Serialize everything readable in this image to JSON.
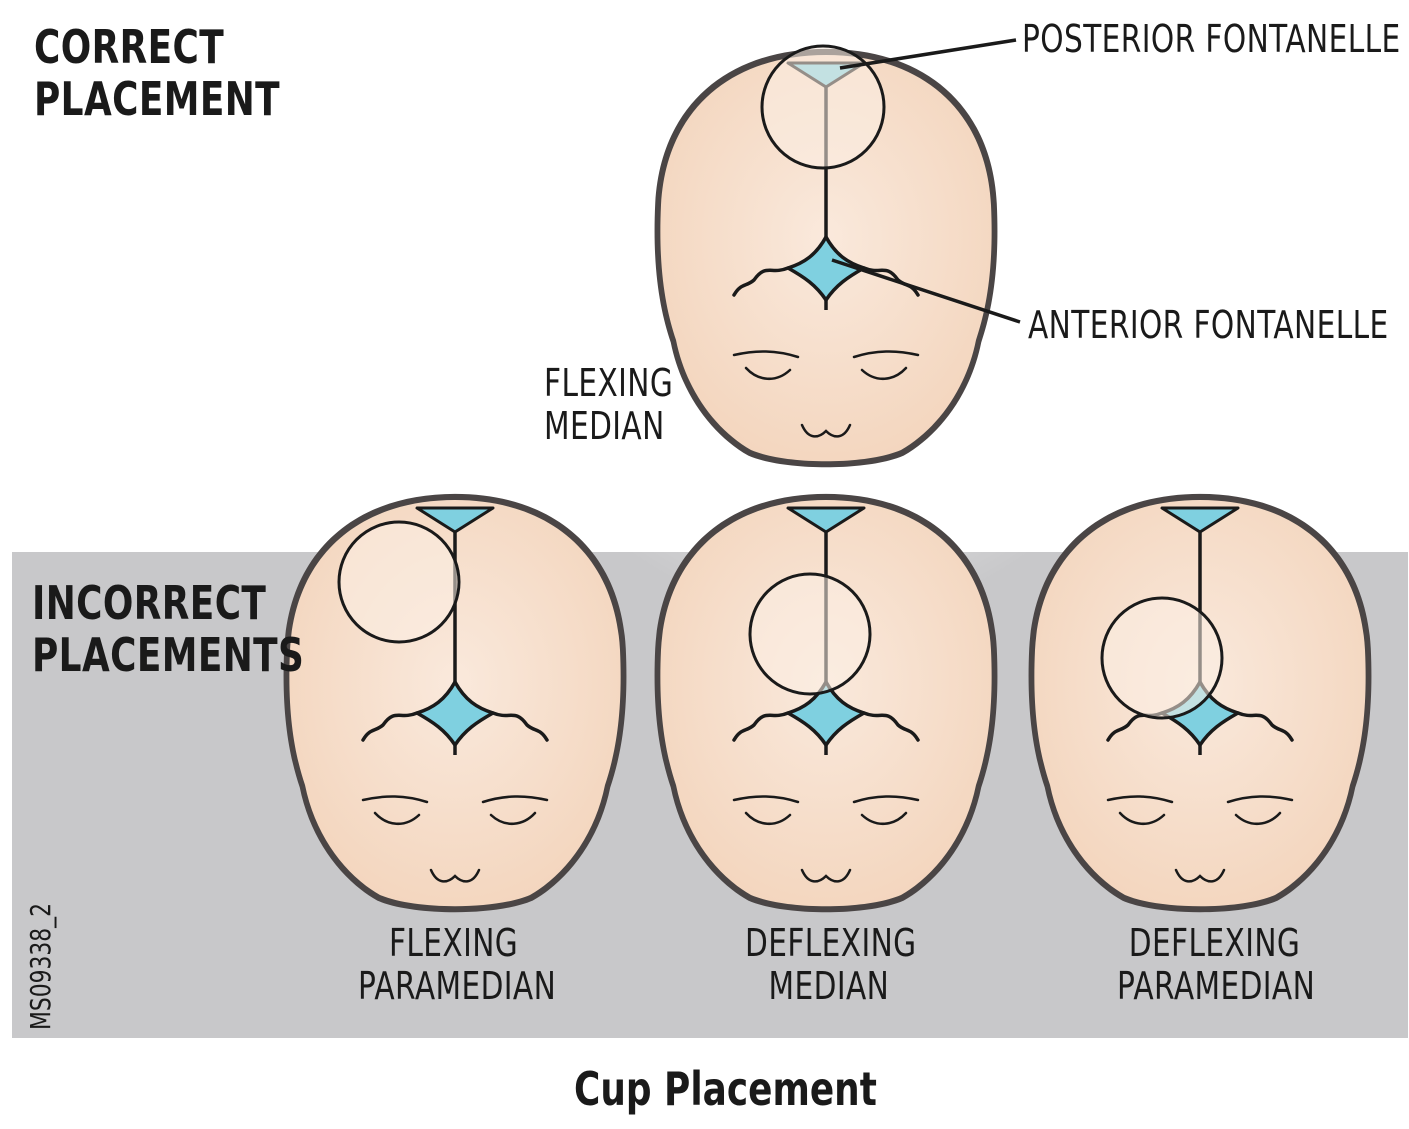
{
  "correct_heading": [
    "CORRECT",
    "PLACEMENT"
  ],
  "incorrect_heading": [
    "INCORRECT",
    "PLACEMENTS"
  ],
  "callouts": {
    "posterior": "POSTERIOR FONTANELLE",
    "anterior": "ANTERIOR FONTANELLE"
  },
  "heads": [
    {
      "id": "flexing-median",
      "label": [
        "FLEXING",
        "MEDIAN"
      ]
    },
    {
      "id": "flexing-paramedian",
      "label": [
        "FLEXING",
        "PARAMEDIAN"
      ]
    },
    {
      "id": "deflexing-median",
      "label": [
        "DEFLEXING",
        "MEDIAN"
      ]
    },
    {
      "id": "deflexing-paramedian",
      "label": [
        "DEFLEXING",
        "PARAMEDIAN"
      ]
    }
  ],
  "figure_code": "MS09338_2",
  "caption": "Cup Placement",
  "colors": {
    "skin": "#f3d5bd",
    "skin_light": "#fae9dc",
    "outline": "#4a4545",
    "fontanelle": "#7fd0e0",
    "band": "#c8c8ca",
    "cup_fill": "#fbeee4"
  }
}
